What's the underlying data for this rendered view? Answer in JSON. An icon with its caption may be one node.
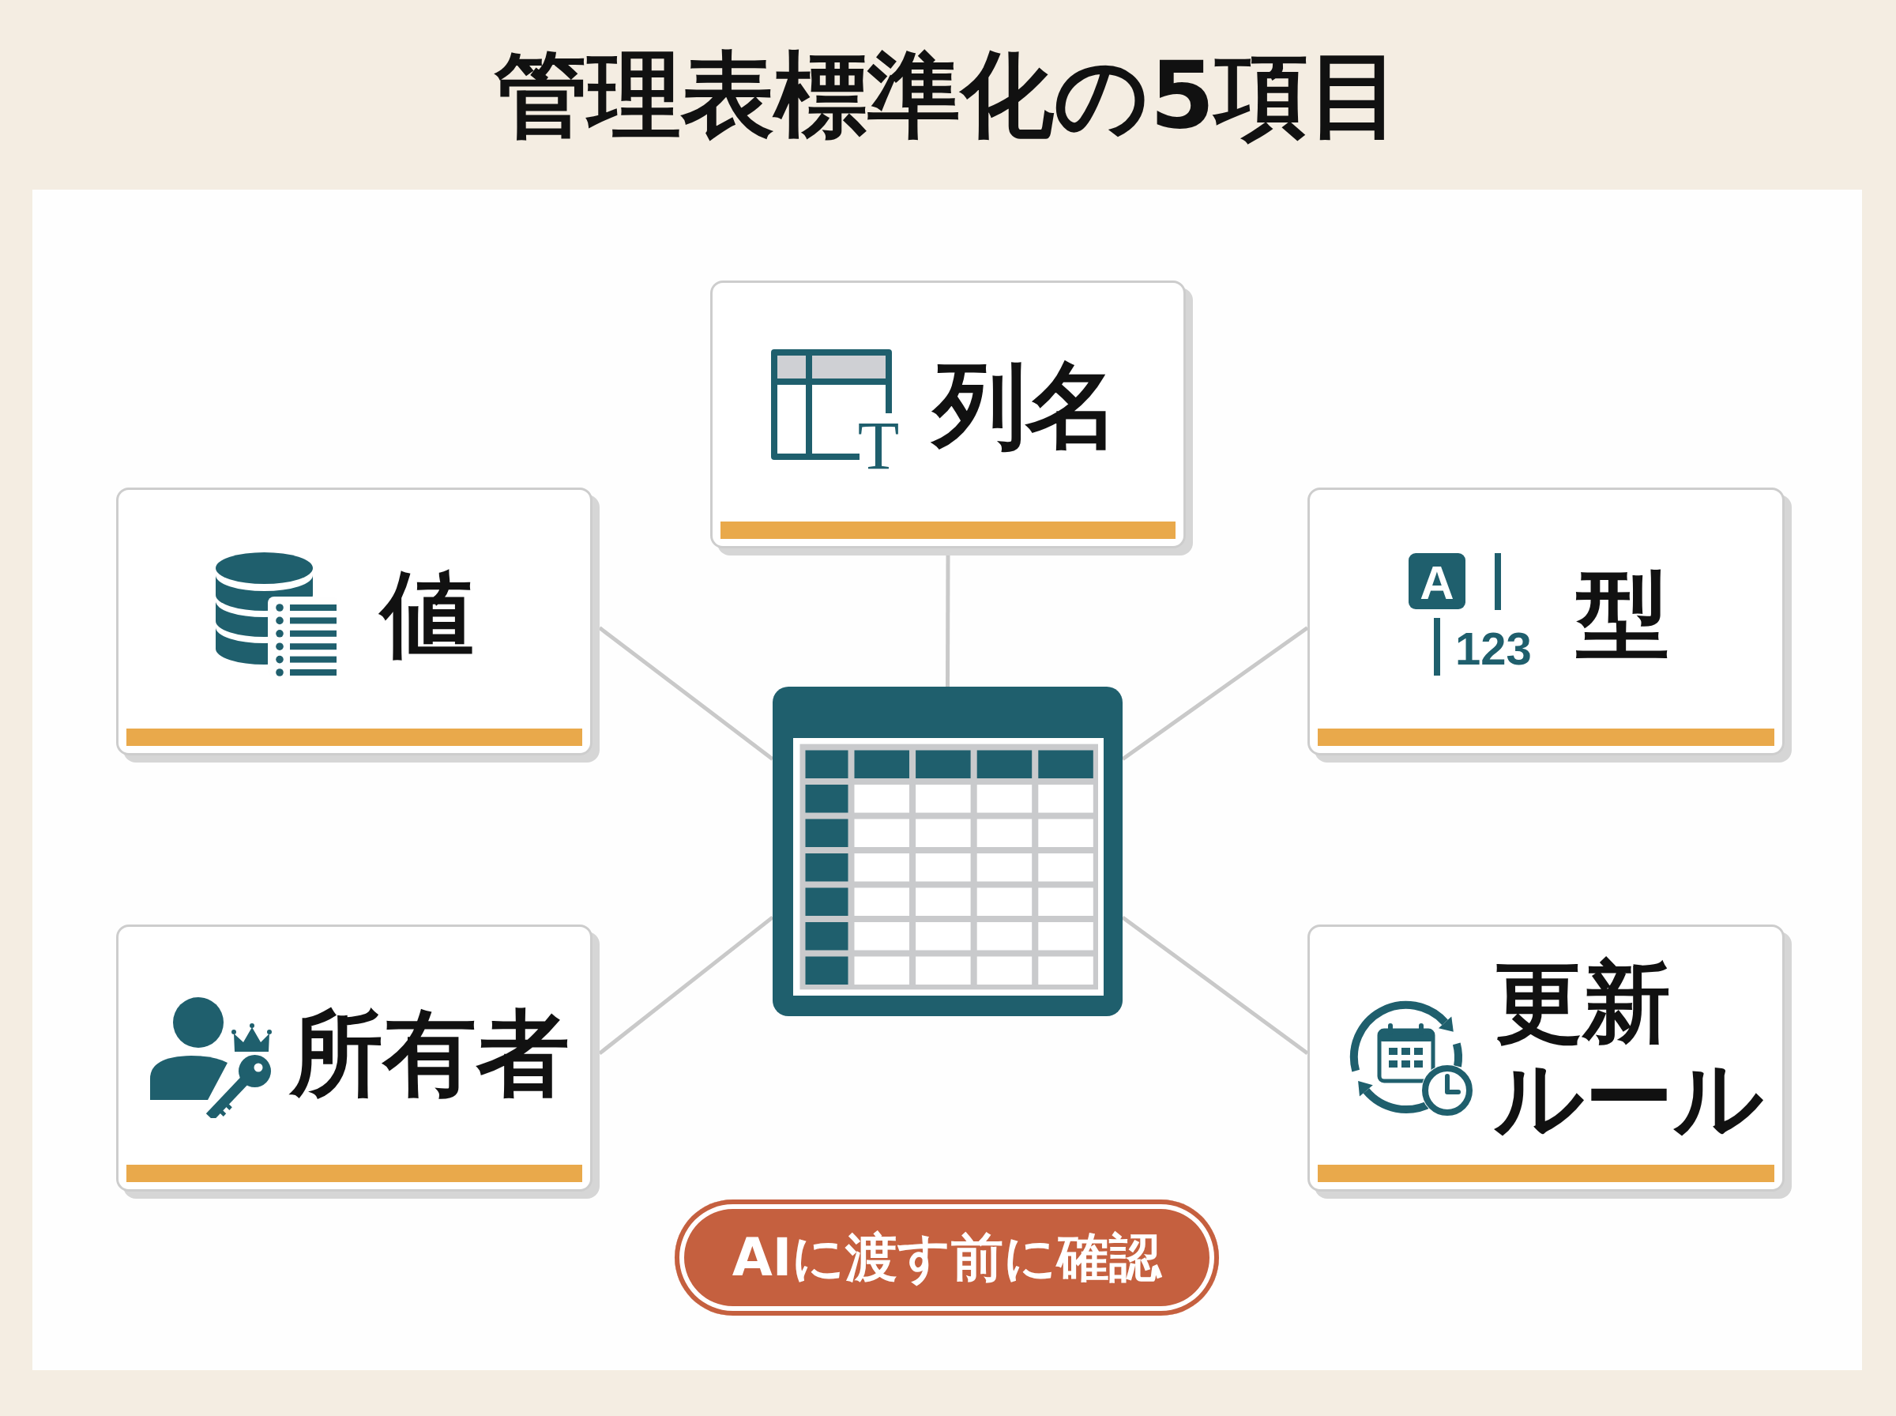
{
  "diagram": {
    "title": "管理表標準化の5項目",
    "nodes": [
      {
        "text": [
          "列名"
        ]
      },
      {
        "text": [
          "値"
        ]
      },
      {
        "text": [
          "型"
        ]
      },
      {
        "text": [],
        "shape": "picture"
      },
      {
        "text": [
          "所有者"
        ]
      },
      {
        "text": [
          "更新ルール"
        ]
      },
      {
        "text": [
          "AIに渡す前に確認"
        ]
      }
    ],
    "edges": [
      {
        "from": 3,
        "to": 0,
        "arrow": "none"
      },
      {
        "from": 3,
        "to": 1,
        "arrow": "none"
      },
      {
        "from": 3,
        "to": 2,
        "arrow": "none"
      },
      {
        "from": 3,
        "to": 4,
        "arrow": "none"
      },
      {
        "from": 3,
        "to": 5,
        "arrow": "none"
      }
    ],
    "labels": [
      "T",
      "A",
      "123"
    ]
  }
}
